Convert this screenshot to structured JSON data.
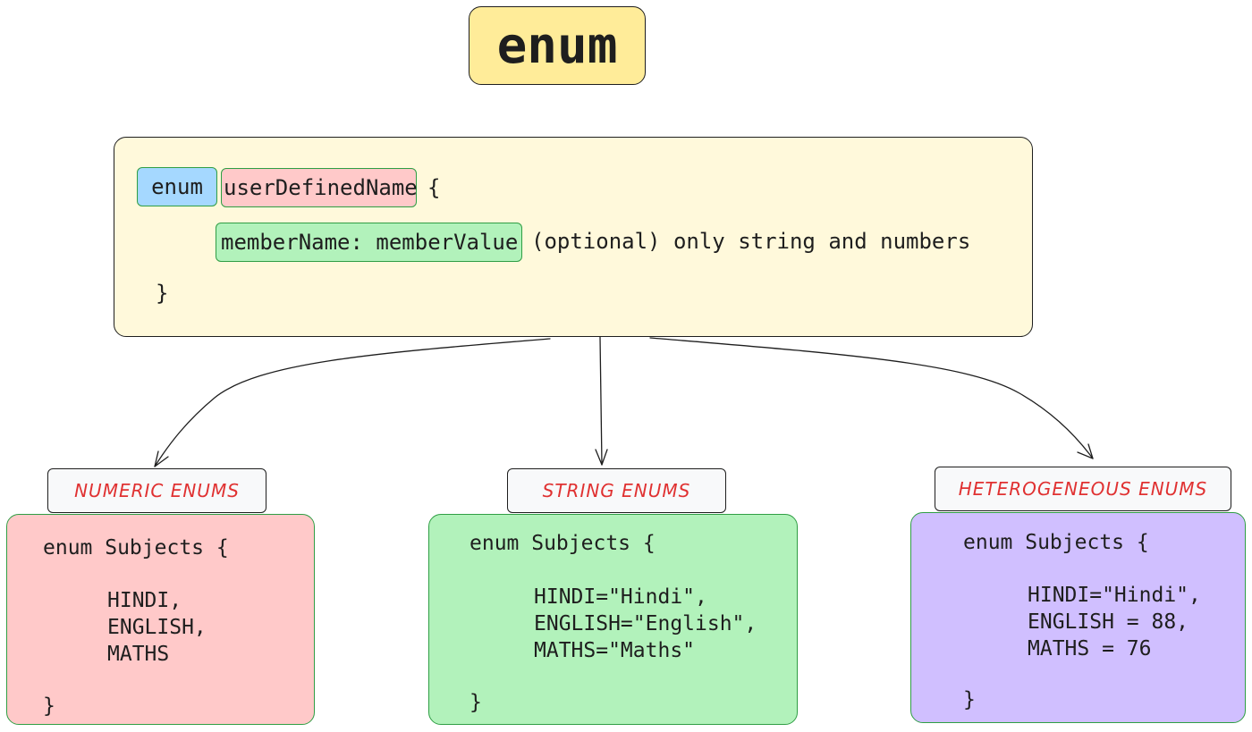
{
  "title": "enum",
  "syntax": {
    "keyword": "enum",
    "name": "userDefinedName",
    "open_brace": "{",
    "member": "memberName: memberValue",
    "member_note": "(optional) only string and numbers",
    "close_brace": "}"
  },
  "branches": [
    {
      "label": "NUMERIC ENUMS",
      "header": "enum Subjects {",
      "members": [
        "HINDI,",
        "ENGLISH,",
        "MATHS"
      ],
      "footer": "}",
      "color": "#ffc9c9"
    },
    {
      "label": "STRING ENUMS",
      "header": "enum Subjects {",
      "members": [
        "HINDI=\"Hindi\",",
        "ENGLISH=\"English\",",
        "MATHS=\"Maths\""
      ],
      "footer": "}",
      "color": "#b2f2bb"
    },
    {
      "label": "HETEROGENEOUS ENUMS",
      "header": "enum Subjects {",
      "members": [
        "HINDI=\"Hindi\",",
        "ENGLISH = 88,",
        "MATHS = 76"
      ],
      "footer": "}",
      "color": "#d0bfff"
    }
  ],
  "colors": {
    "title_bg": "#ffec99",
    "syntax_bg": "#fff9db",
    "keyword_bg": "#a5d8ff",
    "name_bg": "#ffc9c9",
    "member_bg": "#b2f2bb",
    "label_text": "#e03131"
  }
}
